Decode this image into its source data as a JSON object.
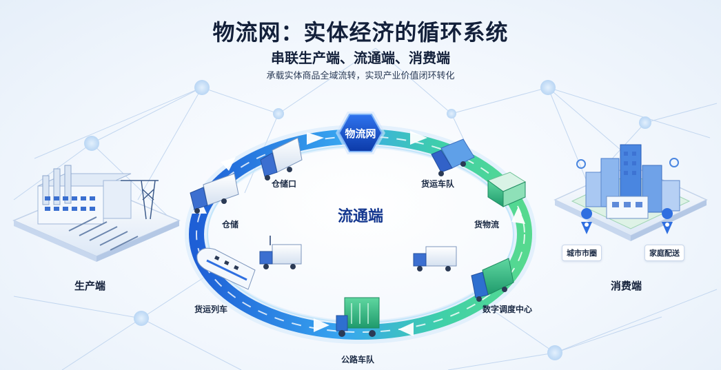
{
  "header": {
    "title": "物流网：实体经济的循环系统",
    "subtitle": "串联生产端、流通端、消费端",
    "tagline": "承载实体商品全域流转，实现产业价值闭环转化"
  },
  "hub": {
    "label": "物流网"
  },
  "center": {
    "label": "流通端"
  },
  "ends": {
    "production": "生产端",
    "consumption": "消费端"
  },
  "nodes": {
    "warehouse_port": "仓储口",
    "storage": "仓储",
    "freight_train": "货运列车",
    "road_fleet": "公路车队",
    "dispatch_center": "数字调度中心",
    "cargo_flow": "货物流",
    "freight_fleet": "货运车队"
  },
  "consumer_tags": {
    "city": "城市市圈",
    "home": "家庭配送"
  },
  "colors": {
    "hub": "#1450c8",
    "ring_blue": "#2f7de8",
    "ring_green": "#3fcf9a",
    "title": "#13203a"
  }
}
